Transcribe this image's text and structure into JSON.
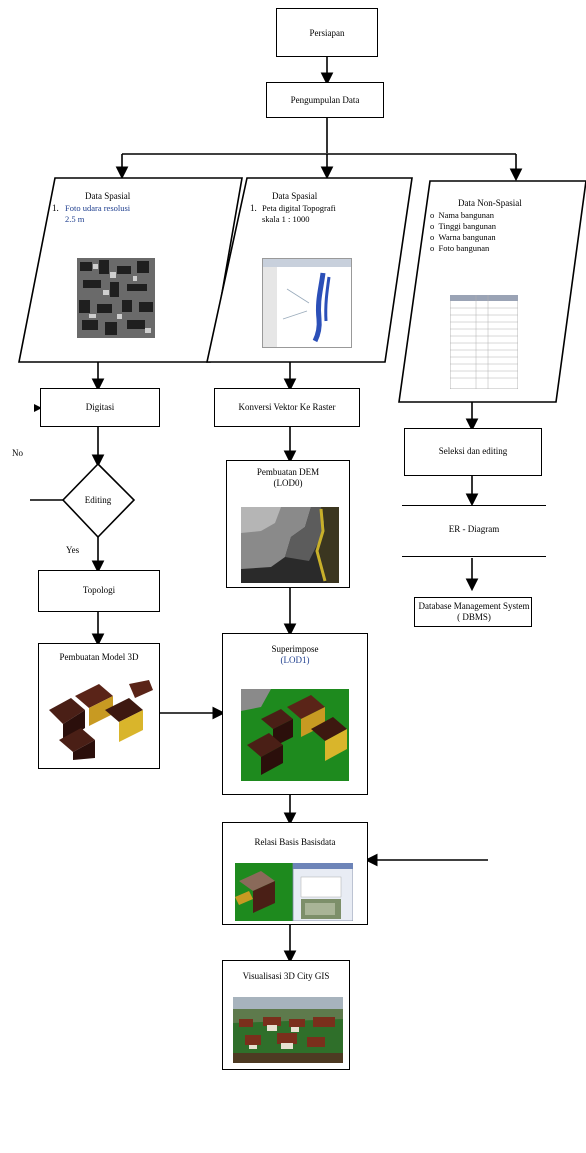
{
  "nodes": {
    "start": "Persiapan",
    "collect": "Pengumpulan Data",
    "spatial1_title": "Data Spasial",
    "spatial1_items": [
      "Foto udara resolusi",
      "2.5 m"
    ],
    "spatial2_title": "Data Spasial",
    "spatial2_items": [
      "Peta digital Topografi",
      "skala 1 : 1000"
    ],
    "nonspatial_title": "Data Non-Spasial",
    "nonspatial_items": [
      "Nama bangunan",
      "Tinggi bangunan",
      "Warna bangunan",
      "Foto bangunan"
    ],
    "digitize": "Digitasi",
    "editing": "Editing",
    "topology": "Topologi",
    "model3d": "Pembuatan Model 3D",
    "convert": "Konversi Vektor Ke Raster",
    "dem": "Pembuatan DEM",
    "dem_sub": "(LOD0)",
    "superimpose": "Superimpose",
    "superimpose_sub": "(LOD1)",
    "selection": "Seleksi dan editing",
    "erd": "ER - Diagram",
    "dbms": "Database Management System",
    "dbms_sub": "( DBMS)",
    "linkdata": "Relasi Basis Basisdata",
    "visual": "Visualisasi  3D City GIS"
  },
  "branch_labels": {
    "no": "No",
    "yes": "Yes"
  },
  "colors": {
    "line": "#000000",
    "list_blue": "#1f3f8f"
  }
}
